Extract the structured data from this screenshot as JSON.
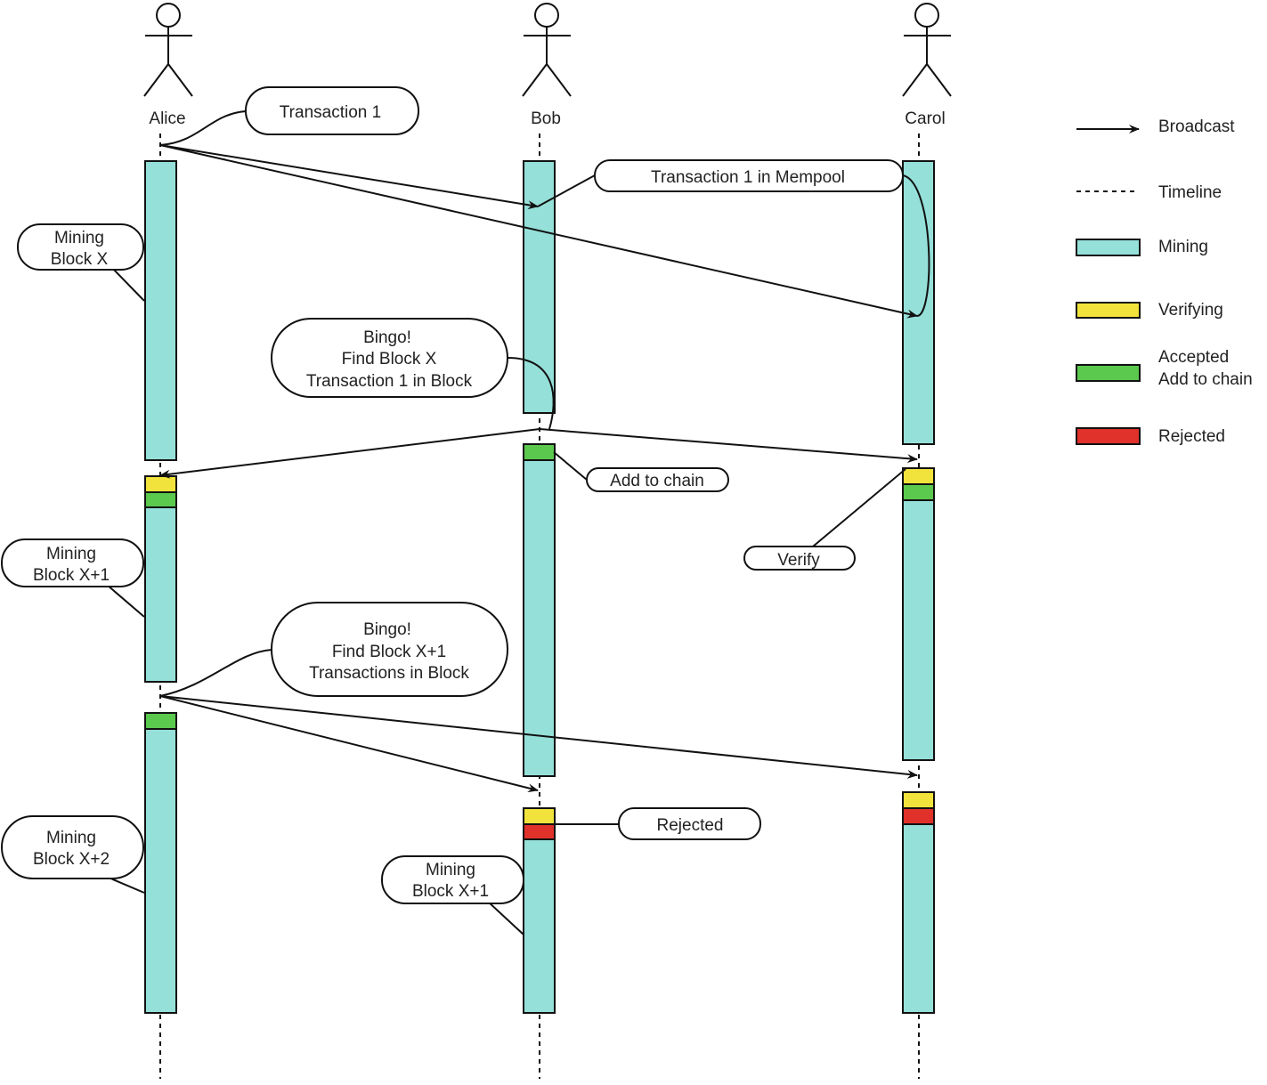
{
  "colors": {
    "mining": "#95e0d9",
    "verifying": "#f1e33b",
    "accepted": "#5bc94e",
    "rejected": "#e0312a",
    "line": "#111111"
  },
  "actors": {
    "alice": "Alice",
    "bob": "Bob",
    "carol": "Carol"
  },
  "notes": {
    "transaction1": "Transaction 1",
    "mempool": "Transaction 1 in Mempool",
    "alice_mining_x": [
      "Mining",
      "Block X"
    ],
    "bob_bingo": [
      "Bingo!",
      "Find Block X",
      "Transaction 1 in Block"
    ],
    "add_to_chain": "Add to chain",
    "verify": "Verify",
    "alice_mining_x1": [
      "Mining",
      "Block X+1"
    ],
    "alice_bingo": [
      "Bingo!",
      "Find Block X+1",
      "Transactions in Block"
    ],
    "rejected": "Rejected",
    "alice_mining_x2": [
      "Mining",
      "Block X+2"
    ],
    "bob_mining_x1": [
      "Mining",
      "Block X+1"
    ]
  },
  "legend": {
    "broadcast": "Broadcast",
    "timeline": "Timeline",
    "mining": "Mining",
    "verifying": "Verifying",
    "accepted": [
      "Accepted",
      "Add to chain"
    ],
    "rejected": "Rejected"
  }
}
